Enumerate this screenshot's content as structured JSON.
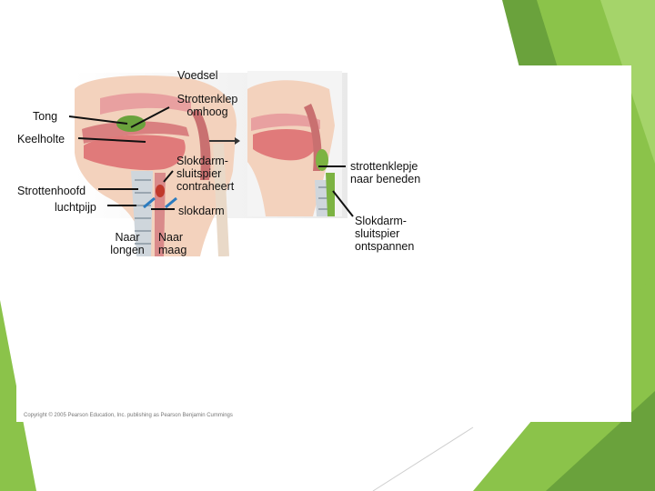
{
  "colors": {
    "accent_green": "#8bc34a",
    "dark_green": "#5d9e2a",
    "pink_tissue": "#e8a0a0",
    "skin": "#f3d2bd",
    "gland_green": "#7cb342"
  },
  "labels": {
    "voedsel": "Voedsel",
    "tong": "Tong",
    "strottenklep_omhoog_1": "Strottenklep",
    "strottenklep_omhoog_2": "omhoog",
    "keelholte": "Keelholte",
    "slokdarm_sluitspier_1": "Slokdarm-",
    "slokdarm_sluitspier_2": "sluitspier",
    "slokdarm_sluitspier_3": "contraheert",
    "strottenhoofd": "Strottenhoofd",
    "luchtpijp": "luchtpijp",
    "slokdarm": "slokdarm",
    "naar_longen_1": "Naar",
    "naar_longen_2": "longen",
    "naar_maag_1": "Naar",
    "naar_maag_2": "maag",
    "strottenklepje_1": "strottenklepje",
    "strottenklepje_2": "naar beneden",
    "ontspannen_1": "Slokdarm-",
    "ontspannen_2": "sluitspier",
    "ontspannen_3": "ontspannen"
  },
  "copyright": "Copyright © 2005 Pearson Education, Inc. publishing as Pearson Benjamin Cummings"
}
